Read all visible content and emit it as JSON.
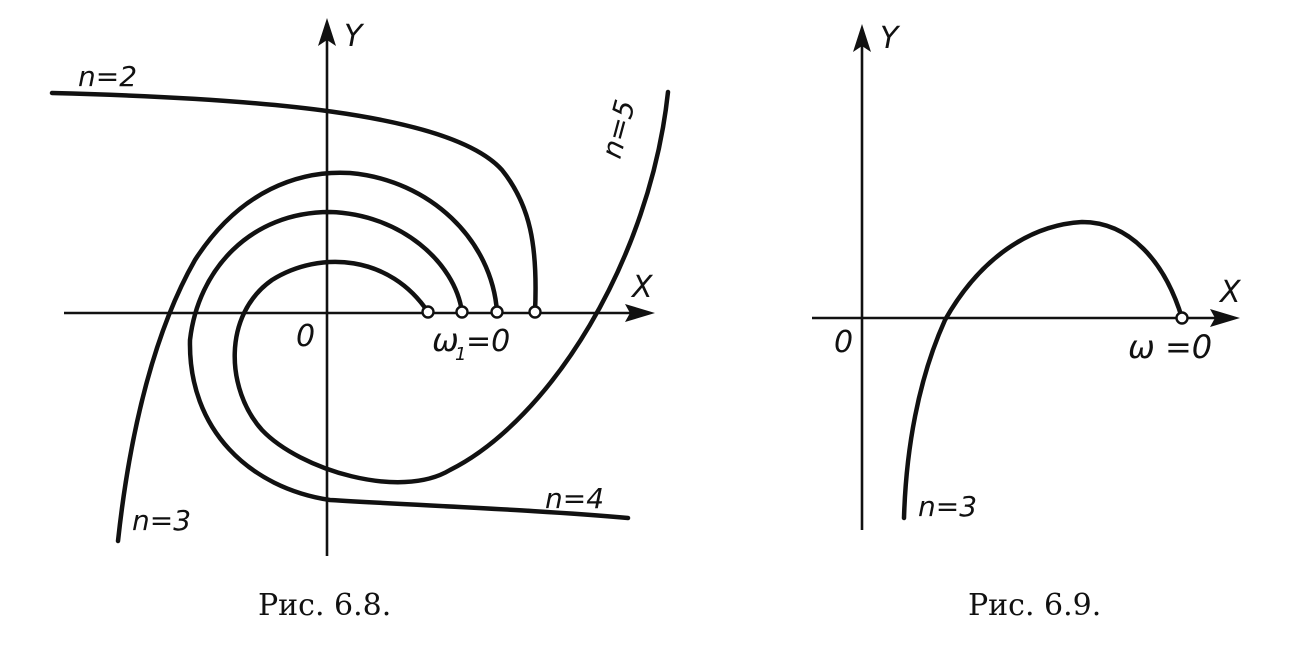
{
  "fig_6_8": {
    "axis_x": "X",
    "axis_y": "Y",
    "origin": "0",
    "omega_label": "ω",
    "omega_sub": "1",
    "omega_eq": "=0",
    "curves": [
      {
        "label": "n=2"
      },
      {
        "label": "n=3"
      },
      {
        "label": "n=4"
      },
      {
        "label": "n=5"
      }
    ],
    "caption": "Рис. 6.8."
  },
  "fig_6_9": {
    "axis_x": "X",
    "axis_y": "Y",
    "origin": "0",
    "omega_label": "ω =0",
    "curve_label": "n=3",
    "caption": "Рис. 6.9."
  }
}
